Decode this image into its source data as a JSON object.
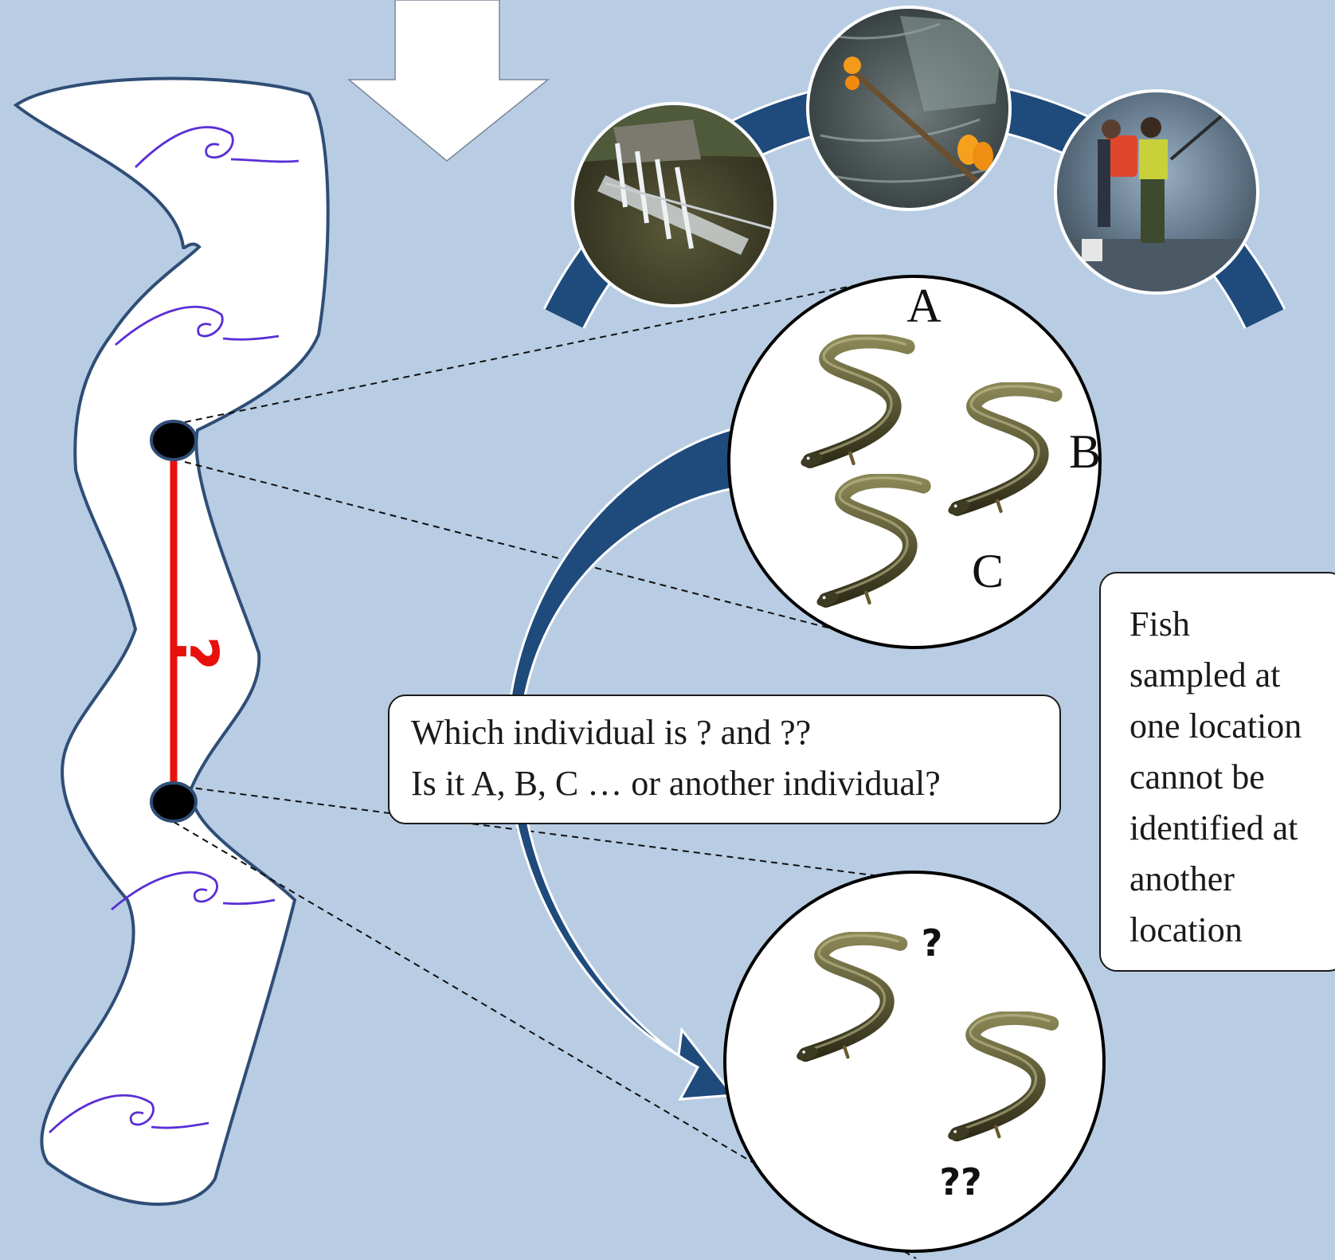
{
  "colors": {
    "background": "#b8cde4",
    "arc": "#1f4a7c",
    "river_outline": "#2f4e76",
    "waves": "#5a2ed6",
    "red_link": "#e8100c"
  },
  "river": {
    "question_label": "?"
  },
  "methods_arc": {
    "photos": [
      {
        "icon": "fyke-net-photo"
      },
      {
        "icon": "trawl-net-photo"
      },
      {
        "icon": "electrofishing-photo"
      }
    ]
  },
  "upper_sample": {
    "labels": {
      "a": "A",
      "b": "B",
      "c": "C"
    }
  },
  "lower_sample": {
    "labels": {
      "single": "?",
      "double": "??"
    }
  },
  "question_box": {
    "line1": "Which individual is ? and ??",
    "line2": "Is it A, B, C … or another individual?"
  },
  "note_box": {
    "lines": [
      "Fish",
      "sampled at",
      "one location",
      "cannot be",
      "identified at",
      "another",
      "location"
    ]
  }
}
